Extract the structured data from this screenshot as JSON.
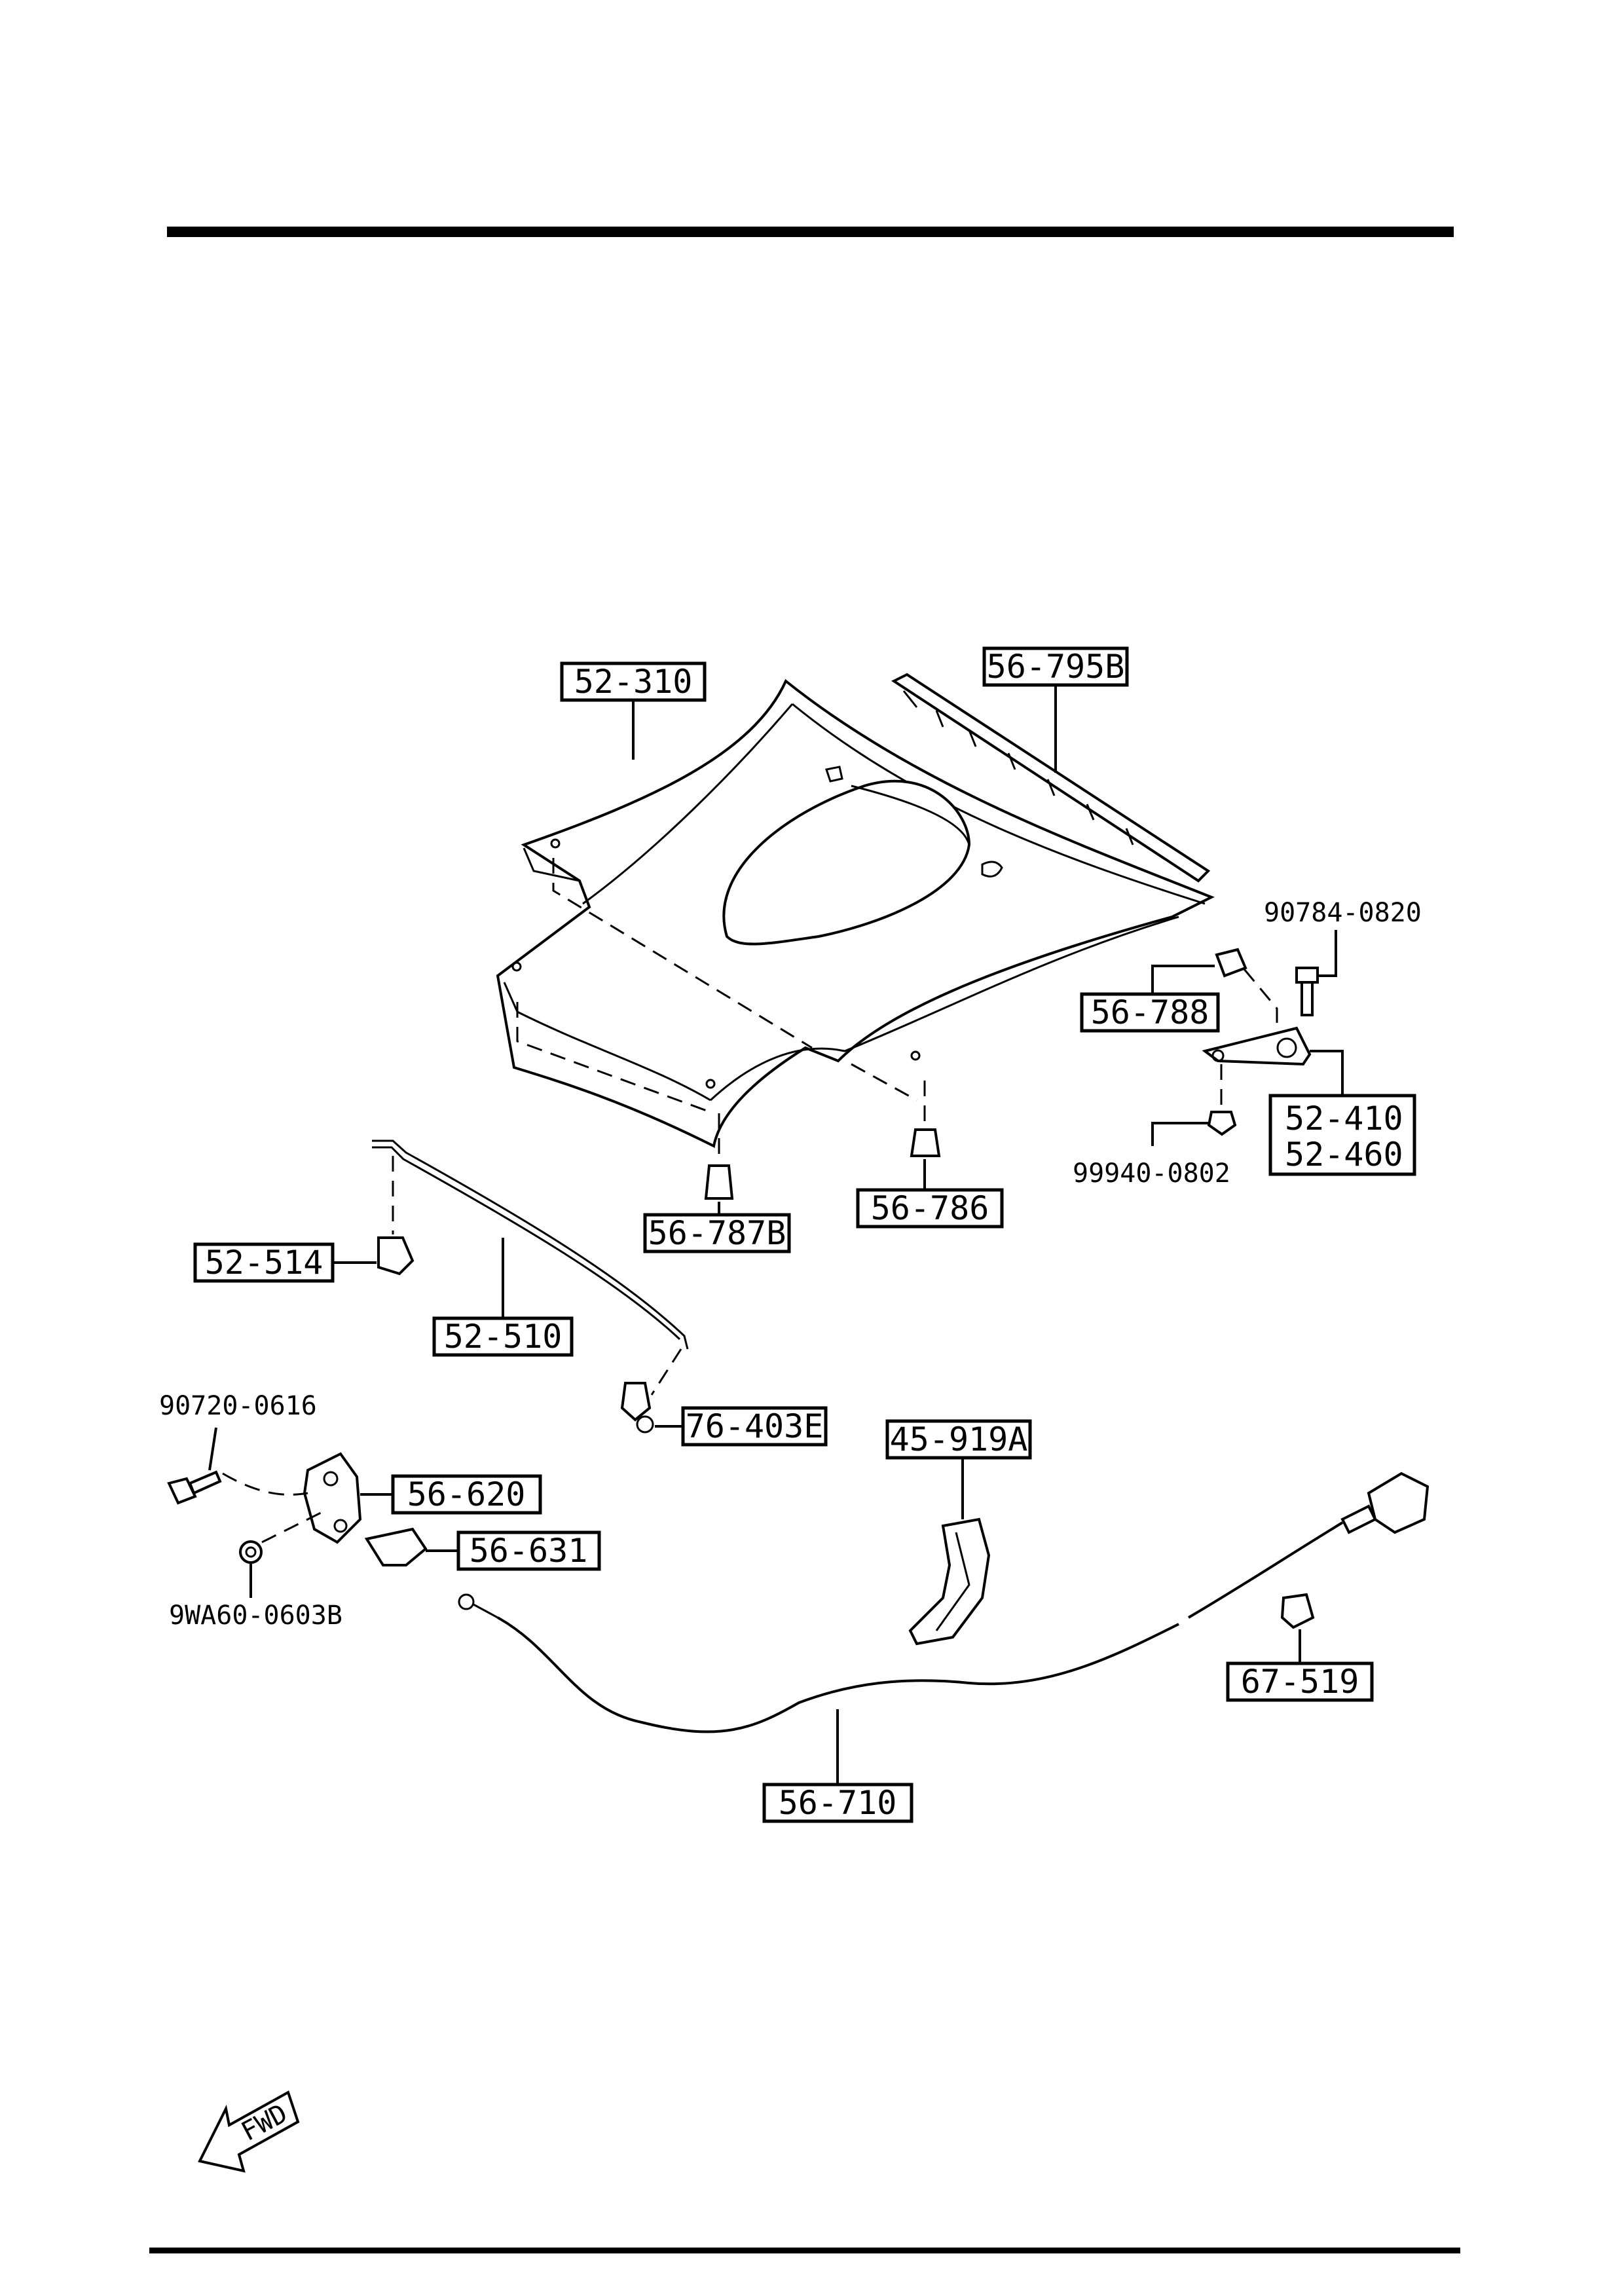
{
  "parts": {
    "hood": "52-310",
    "seal_front": "56-795B",
    "bracket_56788": "56-788",
    "hinge": [
      "52-410",
      "52-460"
    ],
    "cushion_787b": "56-787B",
    "cushion_786": "56-786",
    "stay_clip": "52-514",
    "hood_stay": "52-510",
    "stay_holder": "76-403E",
    "lock": "56-620",
    "lock_cover": "56-631",
    "release_handle": "45-919A",
    "cable_clip": "67-519",
    "release_cable": "56-710"
  },
  "fasteners": {
    "bolt_0820": "90784-0820",
    "nut_0802": "99940-0802",
    "bolt_0616": "90720-0616",
    "nut_0603b": "9WA60-0603B"
  },
  "direction_marker": "FWD"
}
